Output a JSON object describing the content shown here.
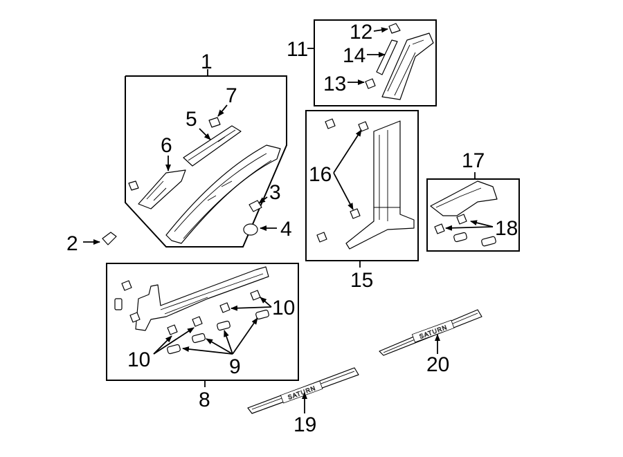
{
  "callouts": {
    "c1": "1",
    "c2": "2",
    "c3": "3",
    "c4": "4",
    "c5": "5",
    "c6": "6",
    "c7": "7",
    "c8": "8",
    "c9": "9",
    "c10a": "10",
    "c10b": "10",
    "c11": "11",
    "c12": "12",
    "c13": "13",
    "c14": "14",
    "c15": "15",
    "c16": "16",
    "c17": "17",
    "c18": "18",
    "c19": "19",
    "c20": "20"
  },
  "sill_plate_text": "SATURN"
}
